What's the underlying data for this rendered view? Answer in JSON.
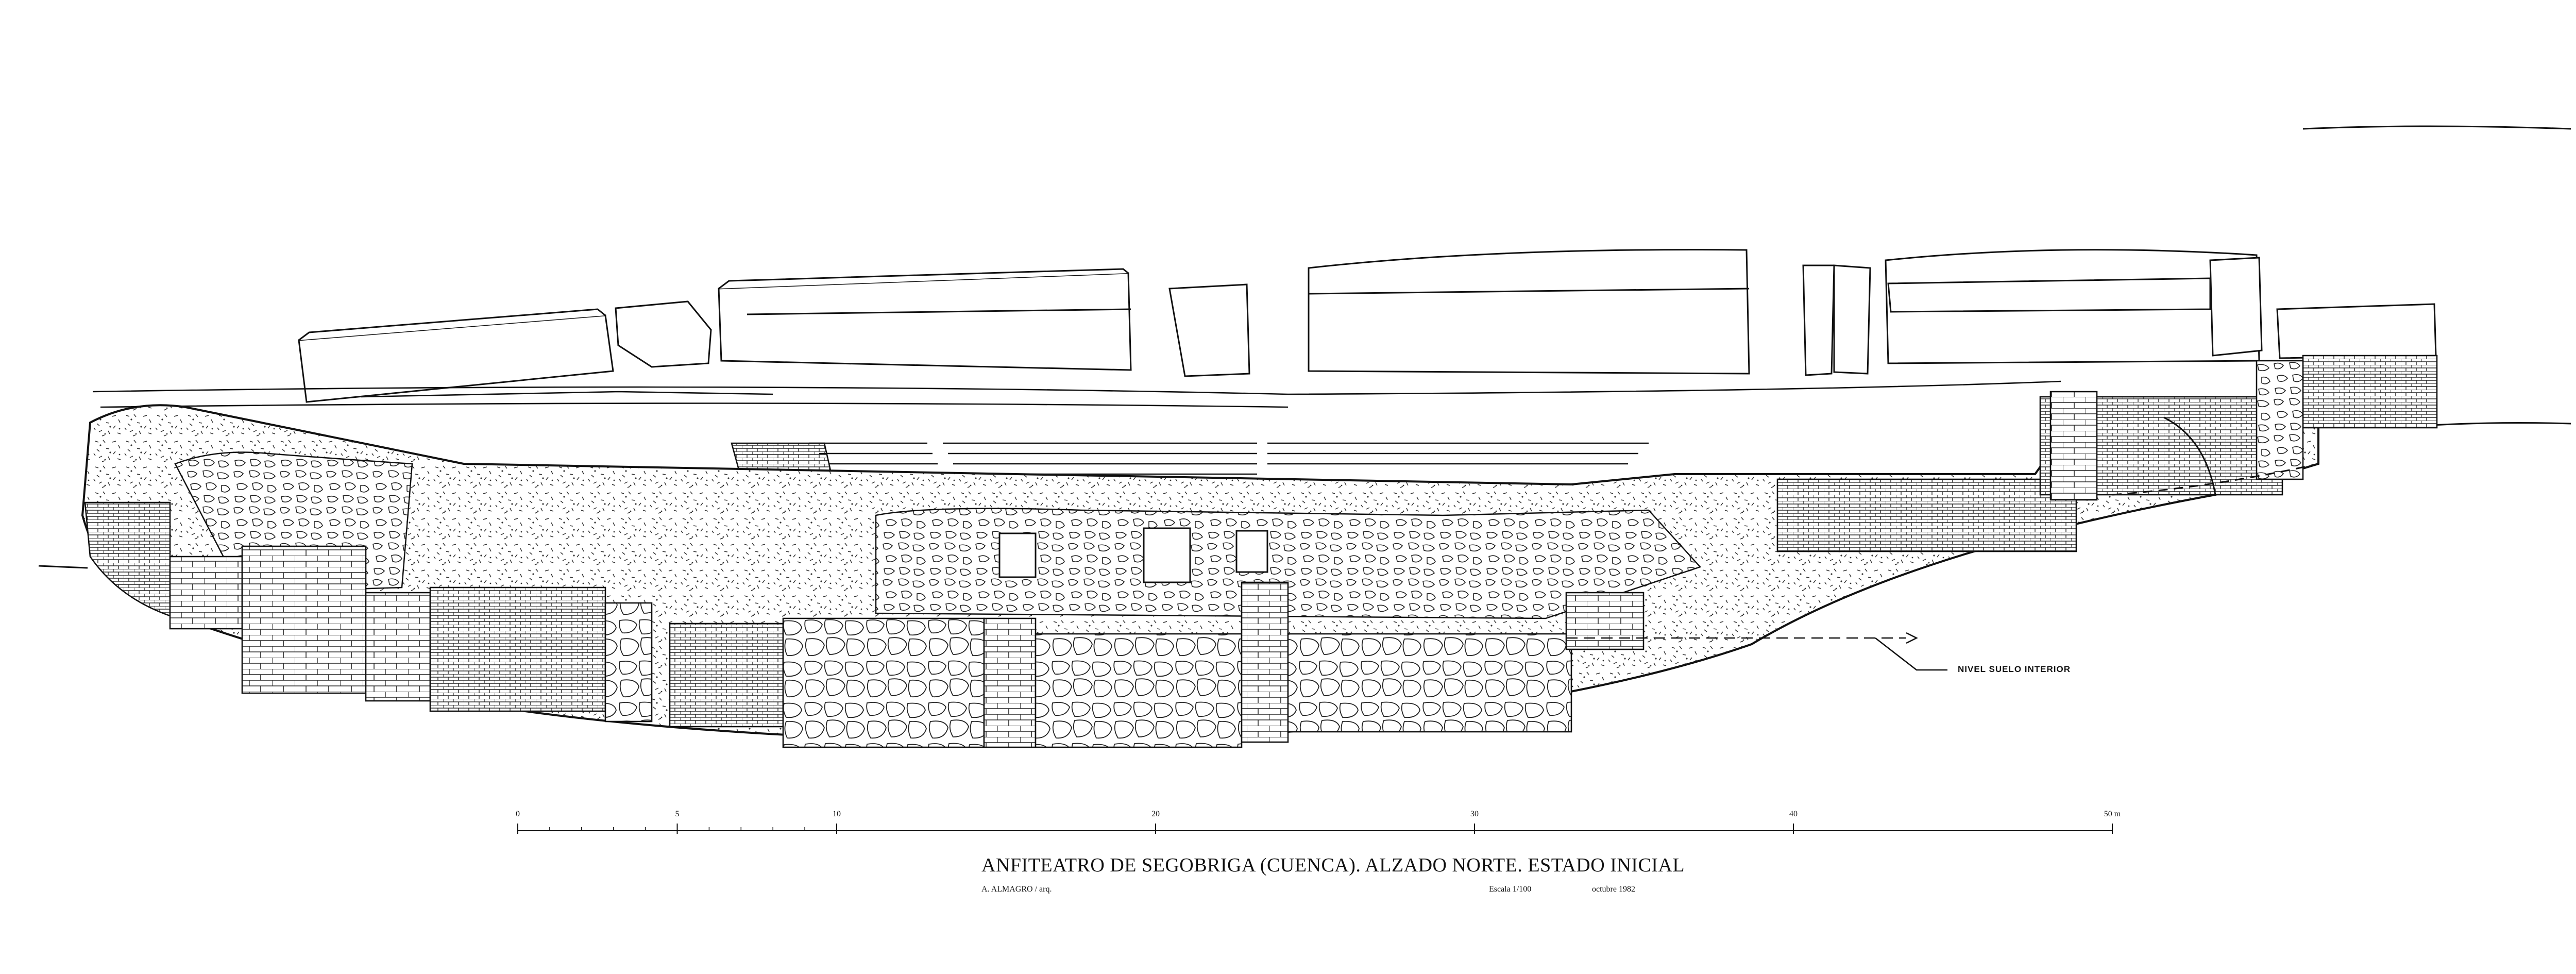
{
  "title": "ANFITEATRO DE SEGOBRIGA (CUENCA). ALZADO NORTE. ESTADO INICIAL",
  "author": "A. ALMAGRO / arq.",
  "scale_text": "Escala 1/100",
  "date_text": "octubre 1982",
  "annotation": "NIVEL SUELO INTERIOR",
  "scale_bar": {
    "ticks": [
      {
        "value": 0,
        "label": "0"
      },
      {
        "value": 5,
        "label": "5"
      },
      {
        "value": 10,
        "label": "10"
      },
      {
        "value": 20,
        "label": "20"
      },
      {
        "value": 30,
        "label": "30"
      },
      {
        "value": 40,
        "label": "40"
      },
      {
        "value": 50,
        "label": "50 m"
      }
    ],
    "max": 50,
    "minor_step": 1,
    "minor_until": 10
  },
  "colors": {
    "ink": "#111111",
    "paper": "#ffffff"
  }
}
